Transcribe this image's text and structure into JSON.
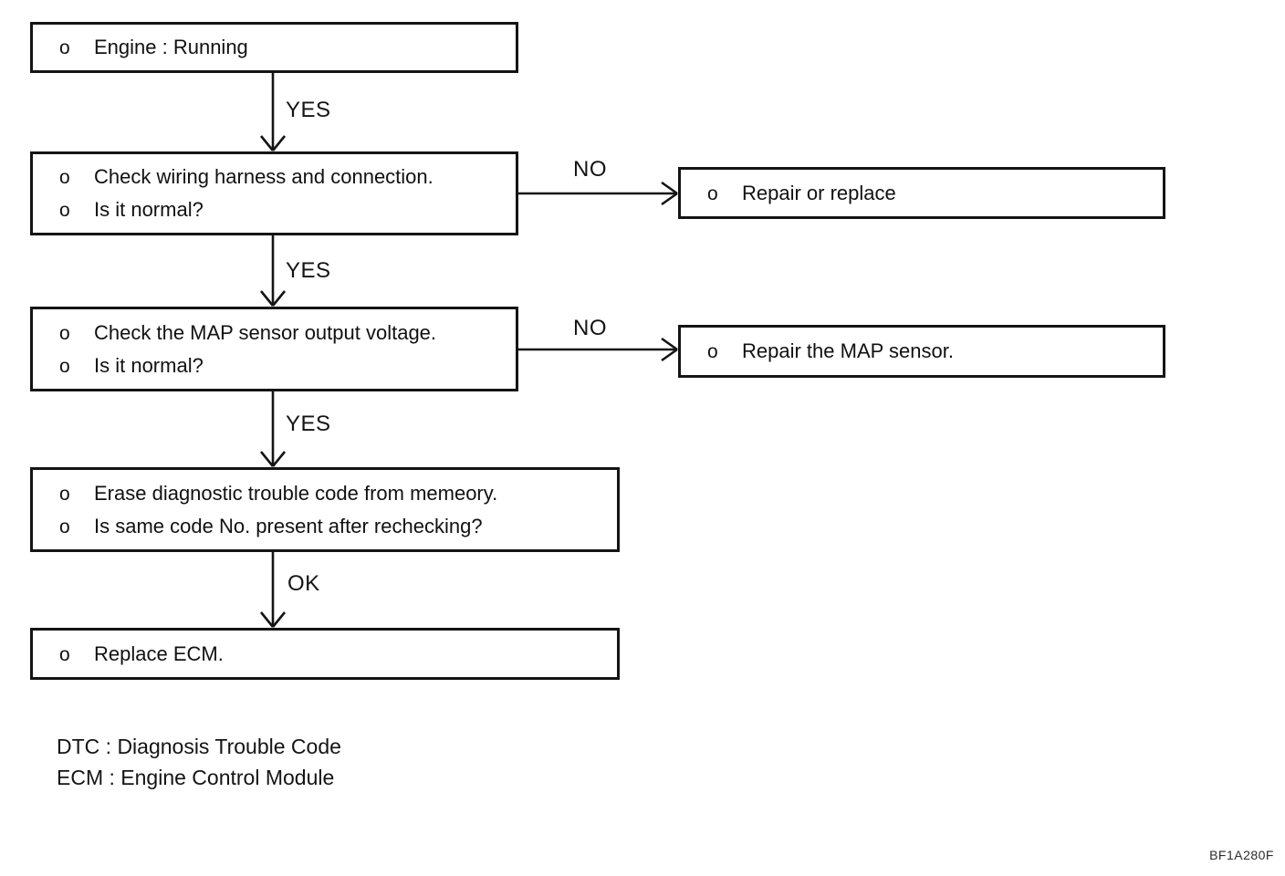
{
  "bullet": "o",
  "colors": {
    "ink": "#141414",
    "background": "#ffffff"
  },
  "nodes": {
    "engine": {
      "lines": [
        "Engine : Running"
      ]
    },
    "check_wiring": {
      "lines": [
        "Check wiring harness and connection.",
        "Is it normal?"
      ]
    },
    "repair_or_replace": {
      "lines": [
        "Repair or replace"
      ]
    },
    "check_map": {
      "lines": [
        "Check the MAP sensor output voltage.",
        "Is it normal?"
      ]
    },
    "repair_map": {
      "lines": [
        "Repair the MAP sensor."
      ]
    },
    "erase_dtc": {
      "lines": [
        "Erase diagnostic trouble code from memeory.",
        "Is same code No. present after rechecking?"
      ]
    },
    "replace_ecm": {
      "lines": [
        "Replace ECM."
      ]
    }
  },
  "edge_labels": {
    "yes1": "YES",
    "no1": "NO",
    "yes2": "YES",
    "no2": "NO",
    "yes3": "YES",
    "ok": "OK"
  },
  "legend": {
    "lines": [
      "DTC : Diagnosis Trouble Code",
      "ECM : Engine Control Module"
    ]
  },
  "figure_code": "BF1A280F"
}
